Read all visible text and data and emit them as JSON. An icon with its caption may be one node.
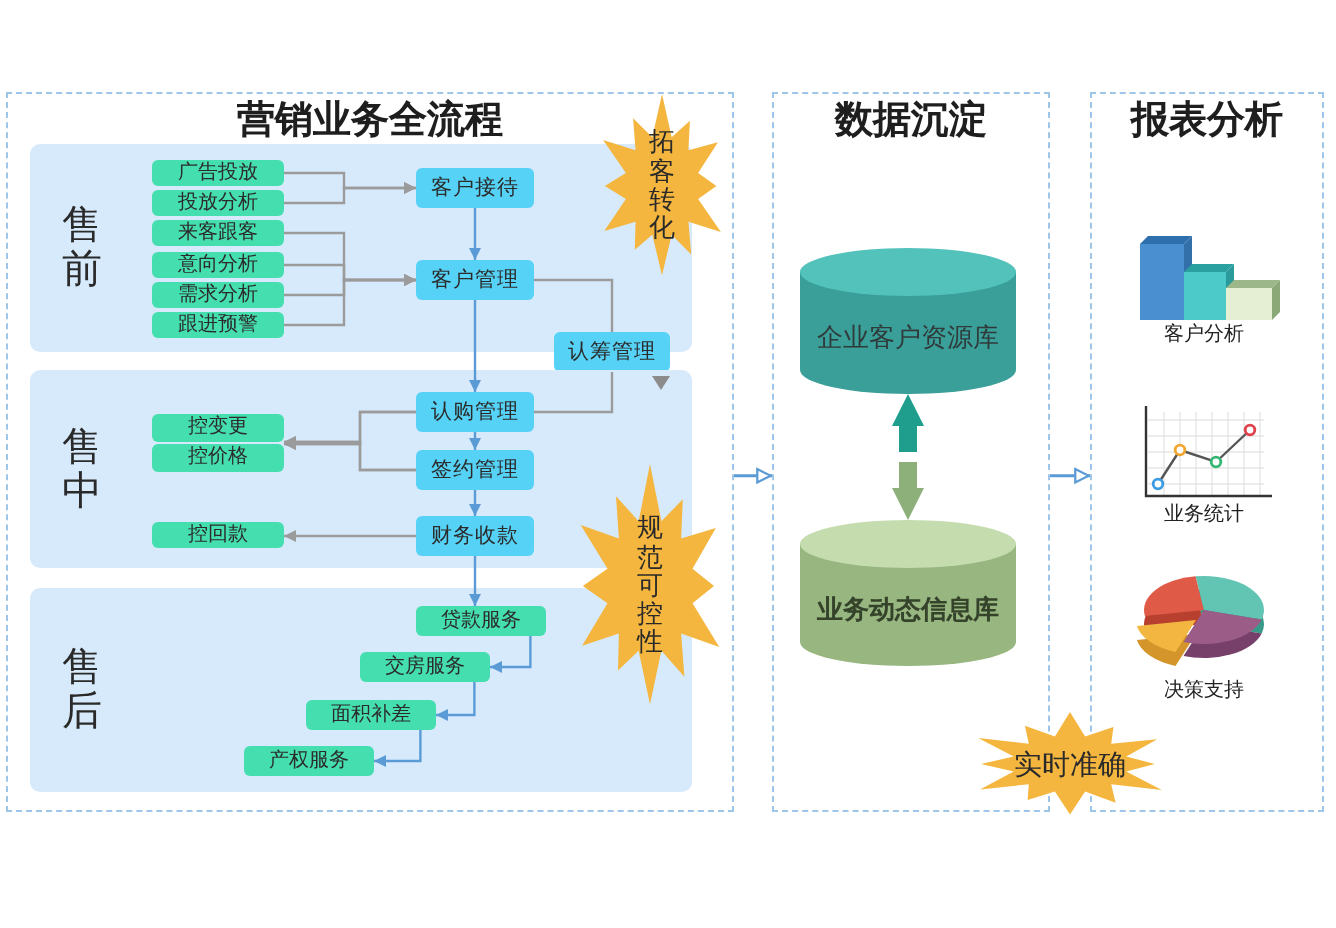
{
  "diagram": {
    "nodes": [
      {
        "text": [
          "营销业务全流程"
        ]
      },
      {
        "text": [
          "售前"
        ],
        "in": 0
      },
      {
        "text": [
          "广告投放"
        ],
        "in": 1
      },
      {
        "text": [
          "投放分析"
        ],
        "in": 1
      },
      {
        "text": [
          "来客跟客"
        ],
        "in": 1
      },
      {
        "text": [
          "意向分析"
        ],
        "in": 1
      },
      {
        "text": [
          "需求分析"
        ],
        "in": 1
      },
      {
        "text": [
          "跟进预警"
        ],
        "in": 1
      },
      {
        "text": [
          "客户接待"
        ],
        "in": 1
      },
      {
        "text": [
          "客户管理"
        ],
        "in": 1
      },
      {
        "text": [
          "拓客转化"
        ],
        "in": 0
      },
      {
        "text": [
          "认筹管理"
        ],
        "in": 0
      },
      {
        "text": [
          "售中"
        ],
        "in": 0
      },
      {
        "text": [
          "控变更"
        ],
        "in": 12
      },
      {
        "text": [
          "控价格"
        ],
        "in": 12
      },
      {
        "text": [
          "认购管理"
        ],
        "in": 12
      },
      {
        "text": [
          "签约管理"
        ],
        "in": 12
      },
      {
        "text": [
          "控回款"
        ],
        "in": 12
      },
      {
        "text": [
          "财务收款"
        ],
        "in": 12
      },
      {
        "text": [
          "规范可控性"
        ],
        "in": 0
      },
      {
        "text": [
          "售后"
        ],
        "in": 0
      },
      {
        "text": [
          "贷款服务"
        ],
        "in": 20
      },
      {
        "text": [
          "交房服务"
        ],
        "in": 20
      },
      {
        "text": [
          "面积补差"
        ],
        "in": 20
      },
      {
        "text": [
          "产权服务"
        ],
        "in": 20
      },
      {
        "text": [
          "数据沉淀"
        ]
      },
      {
        "text": [
          "企业客户资源库"
        ],
        "in": 25
      },
      {
        "text": [
          "业务动态信息库"
        ],
        "in": 25
      },
      {
        "text": [
          "报表分析"
        ]
      },
      {
        "text": [
          "实时准确"
        ]
      }
    ],
    "edges": [
      {
        "from": 2,
        "to": 8,
        "arrow": "to"
      },
      {
        "from": 3,
        "to": 8,
        "arrow": "to"
      },
      {
        "from": 4,
        "to": 9,
        "arrow": "to"
      },
      {
        "from": 5,
        "to": 9,
        "arrow": "to"
      },
      {
        "from": 6,
        "to": 9,
        "arrow": "to"
      },
      {
        "from": 7,
        "to": 9,
        "arrow": "to"
      },
      {
        "from": 8,
        "to": 9,
        "arrow": "to",
        "color": "#5b9bd5"
      },
      {
        "from": 9,
        "to": 11,
        "arrow": "none"
      },
      {
        "from": 9,
        "to": 15,
        "arrow": "to",
        "color": "#5b9bd5"
      },
      {
        "from": 11,
        "to": 15,
        "arrow": "none"
      },
      {
        "from": 15,
        "to": 13,
        "arrow": "to"
      },
      {
        "from": 15,
        "to": 14,
        "arrow": "to"
      },
      {
        "from": 16,
        "to": 13,
        "arrow": "to"
      },
      {
        "from": 16,
        "to": 14,
        "arrow": "to"
      },
      {
        "from": 15,
        "to": 16,
        "arrow": "to",
        "color": "#5b9bd5"
      },
      {
        "from": 16,
        "to": 18,
        "arrow": "to",
        "color": "#5b9bd5"
      },
      {
        "from": 18,
        "to": 17,
        "arrow": "to"
      },
      {
        "from": 18,
        "to": 21,
        "arrow": "to",
        "color": "#5b9bd5"
      },
      {
        "from": 21,
        "to": 22,
        "arrow": "to",
        "color": "#5b9bd5"
      },
      {
        "from": 22,
        "to": 23,
        "arrow": "to",
        "color": "#5b9bd5"
      },
      {
        "from": 23,
        "to": 24,
        "arrow": "to",
        "color": "#5b9bd5"
      },
      {
        "from": 0,
        "to": 25,
        "arrow": "to",
        "color": "#5b9bd5"
      },
      {
        "from": 25,
        "to": 28,
        "arrow": "to",
        "color": "#5b9bd5"
      },
      {
        "from": 26,
        "to": 27,
        "arrow": "both",
        "style": "thick",
        "color": "#1f9e8d"
      }
    ],
    "labels": [
      "客户分析",
      "业务统计",
      "决策支持"
    ]
  }
}
